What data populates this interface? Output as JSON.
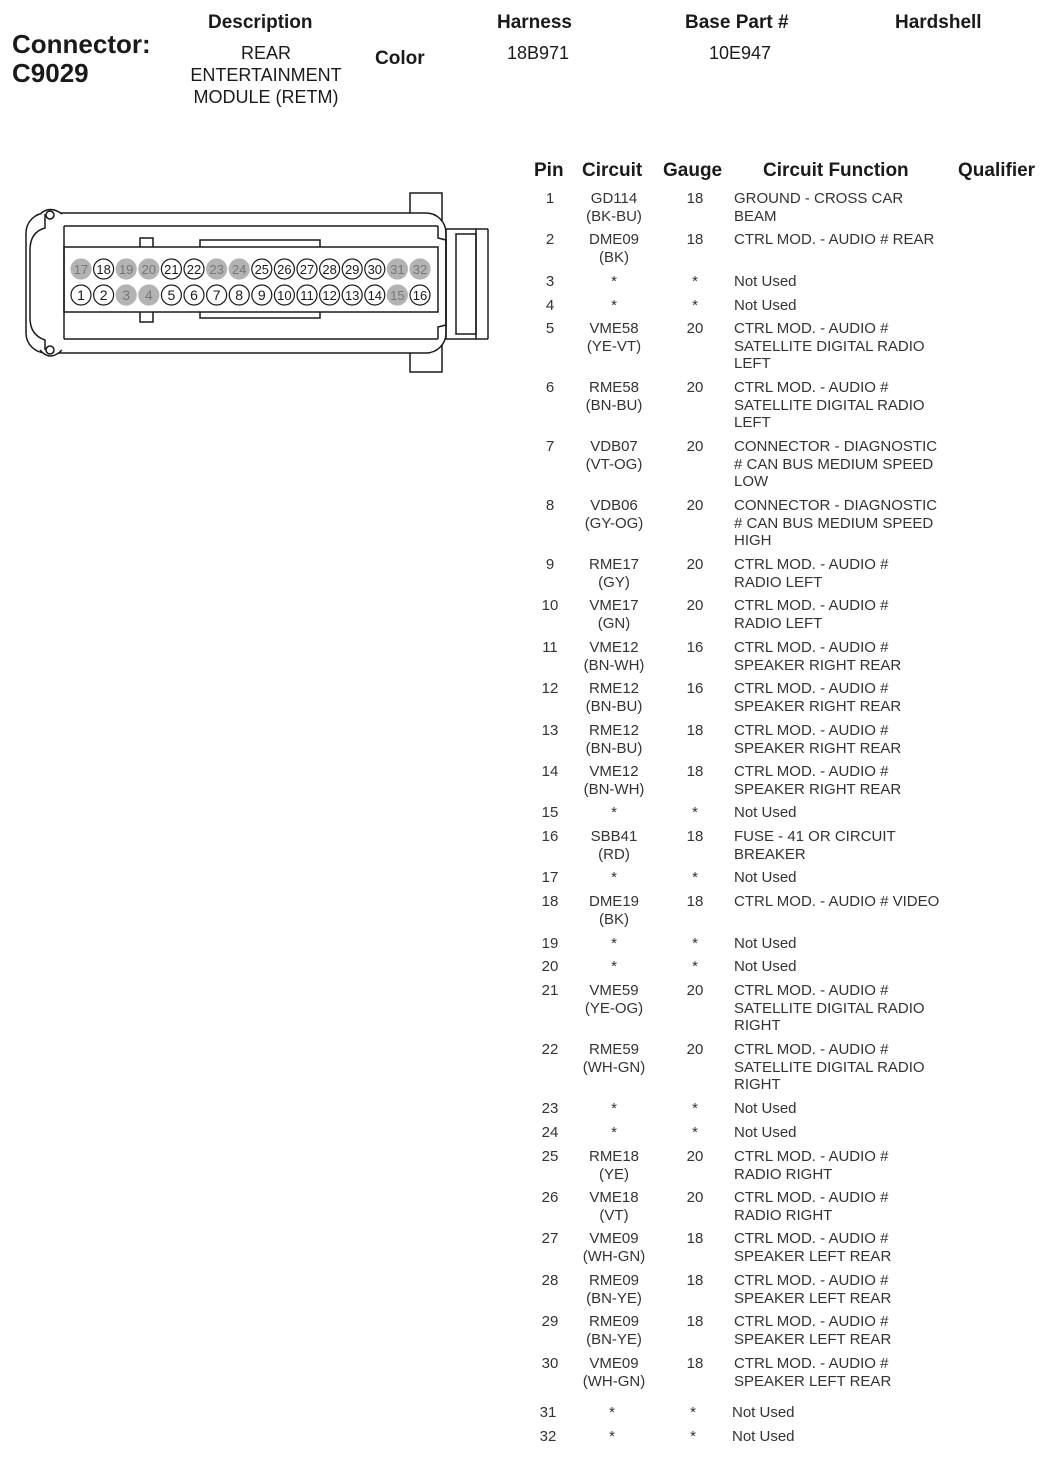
{
  "header": {
    "connector_label": "Connector:",
    "connector_id": "C9029",
    "description_label": "Description",
    "description_lines": [
      "REAR",
      "ENTERTAINMENT",
      "MODULE (RETM)"
    ],
    "color_label": "Color",
    "harness_label": "Harness",
    "harness_value": "18B971",
    "base_part_label": "Base Part #",
    "base_part_value": "10E947",
    "hardshell_label": "Hardshell"
  },
  "table": {
    "headers": {
      "pin": "Pin",
      "circuit": "Circuit",
      "gauge": "Gauge",
      "function": "Circuit Function",
      "qualifier": "Qualifier"
    },
    "rows": [
      {
        "pin": "1",
        "circuit": [
          "GD114",
          "(BK-BU)"
        ],
        "gauge": "18",
        "function": [
          "GROUND - CROSS CAR",
          "BEAM"
        ]
      },
      {
        "pin": "2",
        "circuit": [
          "DME09",
          "(BK)"
        ],
        "gauge": "18",
        "function": [
          "CTRL MOD. - AUDIO # REAR"
        ]
      },
      {
        "pin": "3",
        "circuit": [
          "*"
        ],
        "gauge": "*",
        "function": [
          "Not Used"
        ]
      },
      {
        "pin": "4",
        "circuit": [
          "*"
        ],
        "gauge": "*",
        "function": [
          "Not Used"
        ]
      },
      {
        "pin": "5",
        "circuit": [
          "VME58",
          "(YE-VT)"
        ],
        "gauge": "20",
        "function": [
          "CTRL MOD. - AUDIO #",
          "SATELLITE DIGITAL RADIO",
          "LEFT"
        ]
      },
      {
        "pin": "6",
        "circuit": [
          "RME58",
          "(BN-BU)"
        ],
        "gauge": "20",
        "function": [
          "CTRL MOD. - AUDIO #",
          "SATELLITE DIGITAL RADIO",
          "LEFT"
        ]
      },
      {
        "pin": "7",
        "circuit": [
          "VDB07",
          "(VT-OG)"
        ],
        "gauge": "20",
        "function": [
          "CONNECTOR - DIAGNOSTIC",
          "# CAN BUS MEDIUM SPEED",
          "LOW"
        ]
      },
      {
        "pin": "8",
        "circuit": [
          "VDB06",
          "(GY-OG)"
        ],
        "gauge": "20",
        "function": [
          "CONNECTOR - DIAGNOSTIC",
          "# CAN BUS MEDIUM SPEED",
          "HIGH"
        ]
      },
      {
        "pin": "9",
        "circuit": [
          "RME17",
          "(GY)"
        ],
        "gauge": "20",
        "function": [
          "CTRL MOD. - AUDIO #",
          "RADIO LEFT"
        ]
      },
      {
        "pin": "10",
        "circuit": [
          "VME17",
          "(GN)"
        ],
        "gauge": "20",
        "function": [
          "CTRL MOD. - AUDIO #",
          "RADIO LEFT"
        ]
      },
      {
        "pin": "11",
        "circuit": [
          "VME12",
          "(BN-WH)"
        ],
        "gauge": "16",
        "function": [
          "CTRL MOD. - AUDIO #",
          "SPEAKER RIGHT REAR"
        ]
      },
      {
        "pin": "12",
        "circuit": [
          "RME12",
          "(BN-BU)"
        ],
        "gauge": "16",
        "function": [
          "CTRL MOD. - AUDIO #",
          "SPEAKER RIGHT REAR"
        ]
      },
      {
        "pin": "13",
        "circuit": [
          "RME12",
          "(BN-BU)"
        ],
        "gauge": "18",
        "function": [
          "CTRL MOD. - AUDIO #",
          "SPEAKER RIGHT REAR"
        ]
      },
      {
        "pin": "14",
        "circuit": [
          "VME12",
          "(BN-WH)"
        ],
        "gauge": "18",
        "function": [
          "CTRL MOD. - AUDIO #",
          "SPEAKER RIGHT REAR"
        ]
      },
      {
        "pin": "15",
        "circuit": [
          "*"
        ],
        "gauge": "*",
        "function": [
          "Not Used"
        ]
      },
      {
        "pin": "16",
        "circuit": [
          "SBB41",
          "(RD)"
        ],
        "gauge": "18",
        "function": [
          "FUSE - 41 OR CIRCUIT",
          "BREAKER"
        ]
      },
      {
        "pin": "17",
        "circuit": [
          "*"
        ],
        "gauge": "*",
        "function": [
          "Not Used"
        ]
      },
      {
        "pin": "18",
        "circuit": [
          "DME19",
          "(BK)"
        ],
        "gauge": "18",
        "function": [
          "CTRL MOD. - AUDIO # VIDEO"
        ]
      },
      {
        "pin": "19",
        "circuit": [
          "*"
        ],
        "gauge": "*",
        "function": [
          "Not Used"
        ]
      },
      {
        "pin": "20",
        "circuit": [
          "*"
        ],
        "gauge": "*",
        "function": [
          "Not Used"
        ]
      },
      {
        "pin": "21",
        "circuit": [
          "VME59",
          "(YE-OG)"
        ],
        "gauge": "20",
        "function": [
          "CTRL MOD. - AUDIO #",
          "SATELLITE DIGITAL RADIO",
          "RIGHT"
        ]
      },
      {
        "pin": "22",
        "circuit": [
          "RME59",
          "(WH-GN)"
        ],
        "gauge": "20",
        "function": [
          "CTRL MOD. - AUDIO #",
          "SATELLITE DIGITAL RADIO",
          "RIGHT"
        ]
      },
      {
        "pin": "23",
        "circuit": [
          "*"
        ],
        "gauge": "*",
        "function": [
          "Not Used"
        ]
      },
      {
        "pin": "24",
        "circuit": [
          "*"
        ],
        "gauge": "*",
        "function": [
          "Not Used"
        ]
      },
      {
        "pin": "25",
        "circuit": [
          "RME18",
          "(YE)"
        ],
        "gauge": "20",
        "function": [
          "CTRL MOD. - AUDIO #",
          "RADIO RIGHT"
        ]
      },
      {
        "pin": "26",
        "circuit": [
          "VME18",
          "(VT)"
        ],
        "gauge": "20",
        "function": [
          "CTRL MOD. - AUDIO #",
          "RADIO RIGHT"
        ]
      },
      {
        "pin": "27",
        "circuit": [
          "VME09",
          "(WH-GN)"
        ],
        "gauge": "18",
        "function": [
          "CTRL MOD. - AUDIO #",
          "SPEAKER LEFT REAR"
        ]
      },
      {
        "pin": "28",
        "circuit": [
          "RME09",
          "(BN-YE)"
        ],
        "gauge": "18",
        "function": [
          "CTRL MOD. - AUDIO #",
          "SPEAKER LEFT REAR"
        ]
      },
      {
        "pin": "29",
        "circuit": [
          "RME09",
          "(BN-YE)"
        ],
        "gauge": "18",
        "function": [
          "CTRL MOD. - AUDIO #",
          "SPEAKER LEFT REAR"
        ]
      },
      {
        "pin": "30",
        "circuit": [
          "VME09",
          "(WH-GN)"
        ],
        "gauge": "18",
        "function": [
          "CTRL MOD. - AUDIO #",
          "SPEAKER LEFT REAR"
        ]
      },
      {
        "pin": "31",
        "circuit": [
          "*"
        ],
        "gauge": "*",
        "function": [
          "Not Used"
        ]
      },
      {
        "pin": "32",
        "circuit": [
          "*"
        ],
        "gauge": "*",
        "function": [
          "Not Used"
        ]
      }
    ]
  },
  "connector_face": {
    "top_row": [
      "17",
      "18",
      "19",
      "20",
      "21",
      "22",
      "23",
      "24",
      "25",
      "26",
      "27",
      "28",
      "29",
      "30",
      "31",
      "32"
    ],
    "bottom_row": [
      "1",
      "2",
      "3",
      "4",
      "5",
      "6",
      "7",
      "8",
      "9",
      "10",
      "11",
      "12",
      "13",
      "14",
      "15",
      "16"
    ],
    "unused_pins": [
      "3",
      "4",
      "15",
      "17",
      "19",
      "20",
      "23",
      "24",
      "31",
      "32"
    ],
    "unused_fill": "#b3b3b3",
    "outline_color": "#1a1a1a"
  }
}
